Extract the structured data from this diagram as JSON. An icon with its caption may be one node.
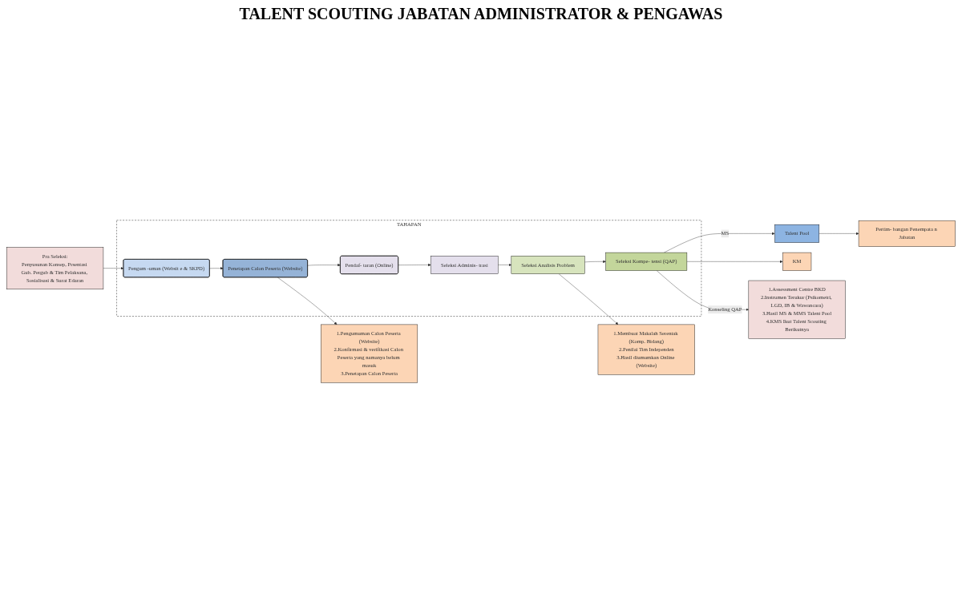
{
  "diagram": {
    "title": "TALENT SCOUTING JABATAN ADMINISTRATOR & PENGAWAS",
    "nodes": [
      {
        "text": [
          "Pra Seleksi:",
          "Penyusunan Konsep, Prsentasi Gub. Pergub & Tim Pelaksana, Sosialisasi & Surat Edaran"
        ]
      },
      {
        "text": [
          "TAHAPAN"
        ]
      },
      {
        "text": [
          "Pengum -uman (Websit e & SKPD)"
        ],
        "in": 1
      },
      {
        "text": [
          "Penetapan Calon Peserta (Website)"
        ],
        "in": 1
      },
      {
        "text": [
          "Pendaf- taran (Online)"
        ],
        "in": 1
      },
      {
        "text": [
          "Seleksi Adminis- trasi"
        ],
        "in": 1
      },
      {
        "text": [
          "Seleksi Analisis Problem"
        ],
        "in": 1
      },
      {
        "text": [
          "Seleksi Kompe- tensi (QAP)"
        ],
        "in": 1
      },
      {
        "text": [
          "Talent Pool"
        ]
      },
      {
        "text": [
          "1.Pengumuman Calon Peserta (Website)",
          "2.Konfirmasi & verifikasi Calon Peserta yang namanya belum masuk",
          "3.Penetapan Calon Peserta"
        ]
      },
      {
        "text": [
          "1.Membuat Makalah Serentak (Komp. Bidang)",
          "2.Penilai Tim Independen",
          "3.Hasil diumumkan Online (Website)"
        ]
      },
      {
        "text": [
          "KM"
        ]
      },
      {
        "text": [
          "Pertim- bangan Penempata n Jabatan"
        ]
      },
      {
        "text": [
          "1.Assessment Centre BKD",
          "2.Instrumen Terukur (Psikometri, LGD, IB & Wawancara)",
          "3.Hasil MS & MMS Talent Pool",
          "4.KMS Ikut Talent Scouting Berikutnya"
        ]
      }
    ],
    "edges": [
      {
        "from": 0,
        "to": 2,
        "arrow": "to"
      },
      {
        "from": 2,
        "to": 3,
        "arrow": "to"
      },
      {
        "from": 3,
        "to": 4,
        "arrow": "to"
      },
      {
        "from": 4,
        "to": 5,
        "arrow": "to"
      },
      {
        "from": 5,
        "to": 6,
        "arrow": "to"
      },
      {
        "from": 6,
        "to": 7,
        "arrow": "to"
      },
      {
        "from": 7,
        "to": 8,
        "label": "MS",
        "arrow": "to"
      },
      {
        "from": 3,
        "to": 9,
        "arrow": "to"
      },
      {
        "from": 6,
        "to": 10,
        "arrow": "to"
      },
      {
        "from": 7,
        "to": 11,
        "arrow": "to"
      },
      {
        "from": 7,
        "to": 13,
        "label": "Konseling QAP",
        "arrow": "to"
      },
      {
        "from": 8,
        "to": 12,
        "arrow": "to"
      }
    ]
  }
}
